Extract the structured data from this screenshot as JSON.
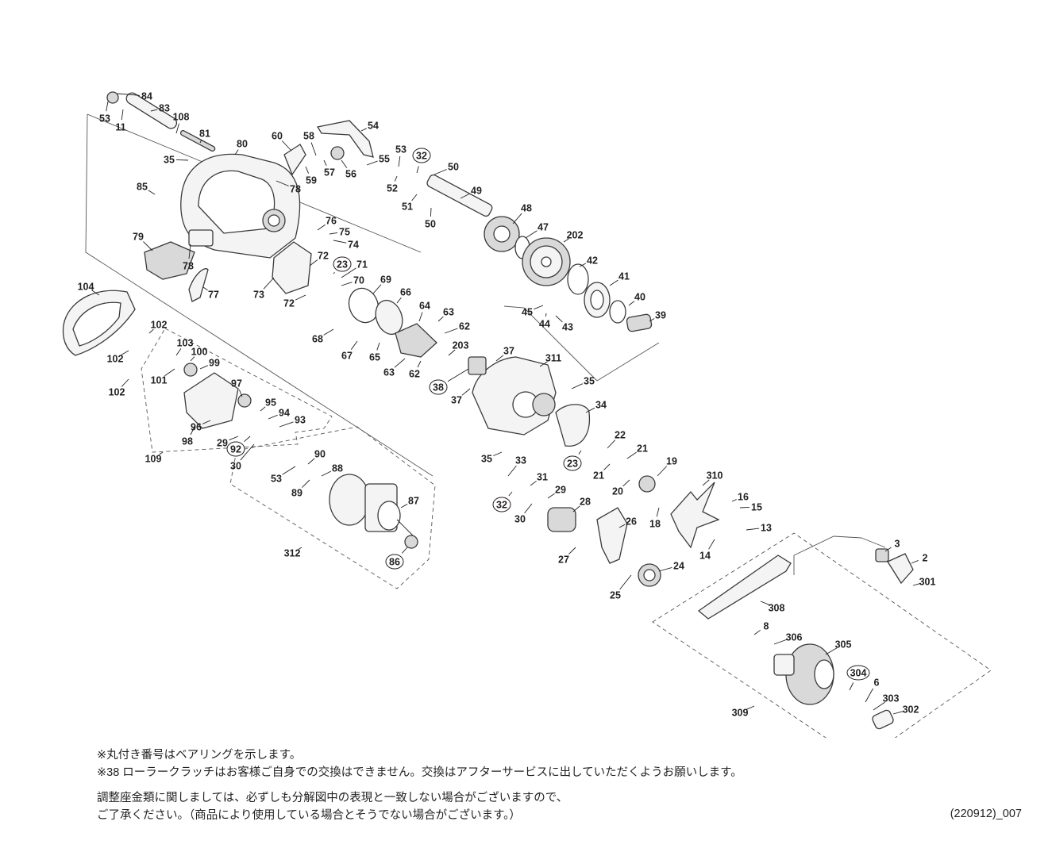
{
  "diagram": {
    "labels": [
      {
        "id": "lbl-84",
        "text": "84",
        "circled": false
      },
      {
        "id": "lbl-83",
        "text": "83",
        "circled": false
      },
      {
        "id": "lbl-53a",
        "text": "53",
        "circled": false
      },
      {
        "id": "lbl-11",
        "text": "11",
        "circled": false
      },
      {
        "id": "lbl-108",
        "text": "108",
        "circled": false
      },
      {
        "id": "lbl-81",
        "text": "81",
        "circled": false
      },
      {
        "id": "lbl-80",
        "text": "80",
        "circled": false
      },
      {
        "id": "lbl-60",
        "text": "60",
        "circled": false
      },
      {
        "id": "lbl-58",
        "text": "58",
        "circled": false
      },
      {
        "id": "lbl-54",
        "text": "54",
        "circled": false
      },
      {
        "id": "lbl-35a",
        "text": "35",
        "circled": false
      },
      {
        "id": "lbl-59",
        "text": "59",
        "circled": false
      },
      {
        "id": "lbl-57",
        "text": "57",
        "circled": false
      },
      {
        "id": "lbl-56",
        "text": "56",
        "circled": false
      },
      {
        "id": "lbl-55",
        "text": "55",
        "circled": false
      },
      {
        "id": "lbl-53b",
        "text": "53",
        "circled": false
      },
      {
        "id": "lbl-32a",
        "text": "32",
        "circled": true
      },
      {
        "id": "lbl-50a",
        "text": "50",
        "circled": false
      },
      {
        "id": "lbl-78a",
        "text": "78",
        "circled": false
      },
      {
        "id": "lbl-52",
        "text": "52",
        "circled": false
      },
      {
        "id": "lbl-49",
        "text": "49",
        "circled": false
      },
      {
        "id": "lbl-85",
        "text": "85",
        "circled": false
      },
      {
        "id": "lbl-51",
        "text": "51",
        "circled": false
      },
      {
        "id": "lbl-48",
        "text": "48",
        "circled": false
      },
      {
        "id": "lbl-50b",
        "text": "50",
        "circled": false
      },
      {
        "id": "lbl-76",
        "text": "76",
        "circled": false
      },
      {
        "id": "lbl-75",
        "text": "75",
        "circled": false
      },
      {
        "id": "lbl-47",
        "text": "47",
        "circled": false
      },
      {
        "id": "lbl-202",
        "text": "202",
        "circled": false
      },
      {
        "id": "lbl-74",
        "text": "74",
        "circled": false
      },
      {
        "id": "lbl-79",
        "text": "79",
        "circled": false
      },
      {
        "id": "lbl-72a",
        "text": "72",
        "circled": false
      },
      {
        "id": "lbl-78b",
        "text": "78",
        "circled": false
      },
      {
        "id": "lbl-23a",
        "text": "23",
        "circled": true
      },
      {
        "id": "lbl-71",
        "text": "71",
        "circled": false
      },
      {
        "id": "lbl-42",
        "text": "42",
        "circled": false
      },
      {
        "id": "lbl-70",
        "text": "70",
        "circled": false
      },
      {
        "id": "lbl-69",
        "text": "69",
        "circled": false
      },
      {
        "id": "lbl-41",
        "text": "41",
        "circled": false
      },
      {
        "id": "lbl-77",
        "text": "77",
        "circled": false
      },
      {
        "id": "lbl-73",
        "text": "73",
        "circled": false
      },
      {
        "id": "lbl-72b",
        "text": "72",
        "circled": false
      },
      {
        "id": "lbl-104",
        "text": "104",
        "circled": false
      },
      {
        "id": "lbl-66",
        "text": "66",
        "circled": false
      },
      {
        "id": "lbl-40",
        "text": "40",
        "circled": false
      },
      {
        "id": "lbl-64",
        "text": "64",
        "circled": false
      },
      {
        "id": "lbl-45",
        "text": "45",
        "circled": false
      },
      {
        "id": "lbl-63a",
        "text": "63",
        "circled": false
      },
      {
        "id": "lbl-39",
        "text": "39",
        "circled": false
      },
      {
        "id": "lbl-44",
        "text": "44",
        "circled": false
      },
      {
        "id": "lbl-43",
        "text": "43",
        "circled": false
      },
      {
        "id": "lbl-102a",
        "text": "102",
        "circled": false
      },
      {
        "id": "lbl-62a",
        "text": "62",
        "circled": false
      },
      {
        "id": "lbl-68",
        "text": "68",
        "circled": false
      },
      {
        "id": "lbl-103",
        "text": "103",
        "circled": false
      },
      {
        "id": "lbl-203",
        "text": "203",
        "circled": false
      },
      {
        "id": "lbl-37a",
        "text": "37",
        "circled": false
      },
      {
        "id": "lbl-100",
        "text": "100",
        "circled": false
      },
      {
        "id": "lbl-67",
        "text": "67",
        "circled": false
      },
      {
        "id": "lbl-65",
        "text": "65",
        "circled": false
      },
      {
        "id": "lbl-102b",
        "text": "102",
        "circled": false
      },
      {
        "id": "lbl-99",
        "text": "99",
        "circled": false
      },
      {
        "id": "lbl-311",
        "text": "311",
        "circled": false
      },
      {
        "id": "lbl-63b",
        "text": "63",
        "circled": false
      },
      {
        "id": "lbl-62b",
        "text": "62",
        "circled": false
      },
      {
        "id": "lbl-101",
        "text": "101",
        "circled": false
      },
      {
        "id": "lbl-97",
        "text": "97",
        "circled": false
      },
      {
        "id": "lbl-35b",
        "text": "35",
        "circled": false
      },
      {
        "id": "lbl-102c",
        "text": "102",
        "circled": false
      },
      {
        "id": "lbl-38",
        "text": "38",
        "circled": true
      },
      {
        "id": "lbl-37b",
        "text": "37",
        "circled": false
      },
      {
        "id": "lbl-95",
        "text": "95",
        "circled": false
      },
      {
        "id": "lbl-34",
        "text": "34",
        "circled": false
      },
      {
        "id": "lbl-94",
        "text": "94",
        "circled": false
      },
      {
        "id": "lbl-96",
        "text": "96",
        "circled": false
      },
      {
        "id": "lbl-93",
        "text": "93",
        "circled": false
      },
      {
        "id": "lbl-98",
        "text": "98",
        "circled": false
      },
      {
        "id": "lbl-29a",
        "text": "29",
        "circled": false
      },
      {
        "id": "lbl-22",
        "text": "22",
        "circled": false
      },
      {
        "id": "lbl-92",
        "text": "92",
        "circled": true
      },
      {
        "id": "lbl-23b",
        "text": "23",
        "circled": true
      },
      {
        "id": "lbl-109",
        "text": "109",
        "circled": false
      },
      {
        "id": "lbl-90",
        "text": "90",
        "circled": false
      },
      {
        "id": "lbl-35c",
        "text": "35",
        "circled": false
      },
      {
        "id": "lbl-21a",
        "text": "21",
        "circled": false
      },
      {
        "id": "lbl-30a",
        "text": "30",
        "circled": false
      },
      {
        "id": "lbl-33",
        "text": "33",
        "circled": false
      },
      {
        "id": "lbl-19",
        "text": "19",
        "circled": false
      },
      {
        "id": "lbl-88",
        "text": "88",
        "circled": false
      },
      {
        "id": "lbl-21b",
        "text": "21",
        "circled": false
      },
      {
        "id": "lbl-53c",
        "text": "53",
        "circled": false
      },
      {
        "id": "lbl-31",
        "text": "31",
        "circled": false
      },
      {
        "id": "lbl-310",
        "text": "310",
        "circled": false
      },
      {
        "id": "lbl-89",
        "text": "89",
        "circled": false
      },
      {
        "id": "lbl-20",
        "text": "20",
        "circled": false
      },
      {
        "id": "lbl-29b",
        "text": "29",
        "circled": false
      },
      {
        "id": "lbl-16",
        "text": "16",
        "circled": false
      },
      {
        "id": "lbl-32b",
        "text": "32",
        "circled": true
      },
      {
        "id": "lbl-28",
        "text": "28",
        "circled": false
      },
      {
        "id": "lbl-15",
        "text": "15",
        "circled": false
      },
      {
        "id": "lbl-87",
        "text": "87",
        "circled": false
      },
      {
        "id": "lbl-18",
        "text": "18",
        "circled": false
      },
      {
        "id": "lbl-30b",
        "text": "30",
        "circled": false
      },
      {
        "id": "lbl-26",
        "text": "26",
        "circled": false
      },
      {
        "id": "lbl-13",
        "text": "13",
        "circled": false
      },
      {
        "id": "lbl-312",
        "text": "312",
        "circled": false
      },
      {
        "id": "lbl-14",
        "text": "14",
        "circled": false
      },
      {
        "id": "lbl-27",
        "text": "27",
        "circled": false
      },
      {
        "id": "lbl-3",
        "text": "3",
        "circled": false
      },
      {
        "id": "lbl-86",
        "text": "86",
        "circled": true
      },
      {
        "id": "lbl-24",
        "text": "24",
        "circled": false
      },
      {
        "id": "lbl-2",
        "text": "2",
        "circled": false
      },
      {
        "id": "lbl-25",
        "text": "25",
        "circled": false
      },
      {
        "id": "lbl-301",
        "text": "301",
        "circled": false
      },
      {
        "id": "lbl-308",
        "text": "308",
        "circled": false
      },
      {
        "id": "lbl-8",
        "text": "8",
        "circled": false
      },
      {
        "id": "lbl-306",
        "text": "306",
        "circled": false
      },
      {
        "id": "lbl-305",
        "text": "305",
        "circled": false
      },
      {
        "id": "lbl-304",
        "text": "304",
        "circled": true
      },
      {
        "id": "lbl-6",
        "text": "6",
        "circled": false
      },
      {
        "id": "lbl-303",
        "text": "303",
        "circled": false
      },
      {
        "id": "lbl-302",
        "text": "302",
        "circled": false
      },
      {
        "id": "lbl-309",
        "text": "309",
        "circled": false
      }
    ]
  },
  "notes": {
    "line1": "※丸付き番号はベアリングを示します。",
    "line2": "※38 ローラークラッチはお客様ご自身での交換はできません。交換はアフターサービスに出していただくようお願いします。",
    "line3": "調整座金類に関しましては、必ずしも分解図中の表現と一致しない場合がございますので、",
    "line4": "ご了承ください。（商品により使用している場合とそうでない場合がございます。）"
  },
  "doc_code": "(220912)_007"
}
